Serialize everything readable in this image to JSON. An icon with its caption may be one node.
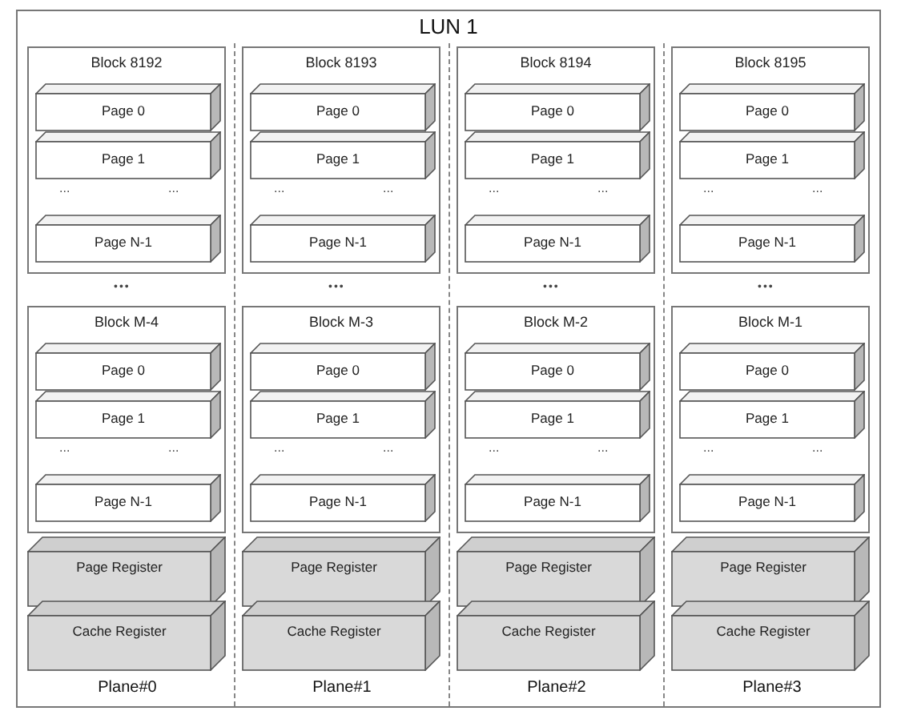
{
  "diagram": {
    "nodes": [
      {
        "text": [
          "LUN 1"
        ]
      },
      {
        "text": [
          "Plane#0"
        ],
        "in": 0
      },
      {
        "text": [
          "Block 8192"
        ],
        "in": 1
      },
      {
        "text": [
          "Page 0"
        ],
        "in": 2
      },
      {
        "text": [
          "Page 1"
        ],
        "in": 2
      },
      {
        "text": [
          "Page N-1"
        ],
        "in": 2
      },
      {
        "text": [
          "Block M-4"
        ],
        "in": 1
      },
      {
        "text": [
          "Page 0"
        ],
        "in": 6
      },
      {
        "text": [
          "Page 1"
        ],
        "in": 6
      },
      {
        "text": [
          "Page N-1"
        ],
        "in": 6
      },
      {
        "text": [
          "Page Register"
        ],
        "in": 1
      },
      {
        "text": [
          "Cache Register"
        ],
        "in": 1
      },
      {
        "text": [
          "Plane#1"
        ],
        "in": 0
      },
      {
        "text": [
          "Block 8193"
        ],
        "in": 12
      },
      {
        "text": [
          "Page 0"
        ],
        "in": 13
      },
      {
        "text": [
          "Page 1"
        ],
        "in": 13
      },
      {
        "text": [
          "Page N-1"
        ],
        "in": 13
      },
      {
        "text": [
          "Block M-3"
        ],
        "in": 12
      },
      {
        "text": [
          "Page 0"
        ],
        "in": 17
      },
      {
        "text": [
          "Page 1"
        ],
        "in": 17
      },
      {
        "text": [
          "Page N-1"
        ],
        "in": 17
      },
      {
        "text": [
          "Page Register"
        ],
        "in": 12
      },
      {
        "text": [
          "Cache Register"
        ],
        "in": 12
      },
      {
        "text": [
          "Plane#2"
        ],
        "in": 0
      },
      {
        "text": [
          "Block 8194"
        ],
        "in": 23
      },
      {
        "text": [
          "Page 0"
        ],
        "in": 24
      },
      {
        "text": [
          "Page 1"
        ],
        "in": 24
      },
      {
        "text": [
          "Page N-1"
        ],
        "in": 24
      },
      {
        "text": [
          "Block M-2"
        ],
        "in": 23
      },
      {
        "text": [
          "Page 0"
        ],
        "in": 28
      },
      {
        "text": [
          "Page 1"
        ],
        "in": 28
      },
      {
        "text": [
          "Page N-1"
        ],
        "in": 28
      },
      {
        "text": [
          "Page Register"
        ],
        "in": 23
      },
      {
        "text": [
          "Cache Register"
        ],
        "in": 23
      },
      {
        "text": [
          "Plane#3"
        ],
        "in": 0
      },
      {
        "text": [
          "Block 8195"
        ],
        "in": 34
      },
      {
        "text": [
          "Page 0"
        ],
        "in": 35
      },
      {
        "text": [
          "Page 1"
        ],
        "in": 35
      },
      {
        "text": [
          "Page N-1"
        ],
        "in": 35
      },
      {
        "text": [
          "Block M-1"
        ],
        "in": 34
      },
      {
        "text": [
          "Page 0"
        ],
        "in": 39
      },
      {
        "text": [
          "Page 1"
        ],
        "in": 39
      },
      {
        "text": [
          "Page N-1"
        ],
        "in": 39
      },
      {
        "text": [
          "Page Register"
        ],
        "in": 34
      },
      {
        "text": [
          "Cache Register"
        ],
        "in": 34
      }
    ],
    "edges": [],
    "labels": [
      "...",
      "...",
      "•••",
      "...",
      "...",
      "...",
      "...",
      "•••",
      "...",
      "...",
      "...",
      "...",
      "•••",
      "...",
      "...",
      "...",
      "...",
      "•••",
      "...",
      "..."
    ]
  }
}
